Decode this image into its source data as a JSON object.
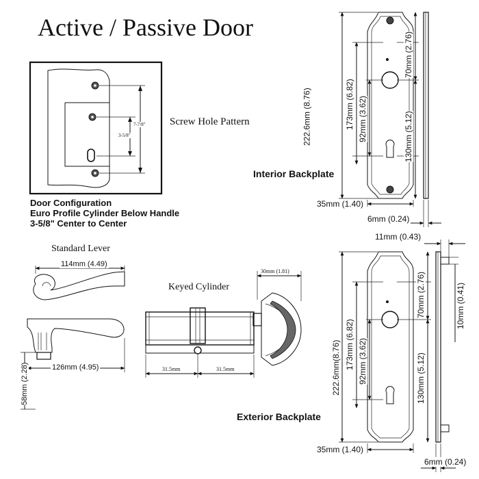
{
  "title": "Active / Passive Door",
  "screw": {
    "caption": "Screw Hole Pattern",
    "dim_outer": "7-7/8\"",
    "dim_inner": "3-5/8\""
  },
  "config": {
    "line1": "Door Configuration",
    "line2": "Euro Profile Cylinder Below Handle",
    "line3": "3-5/8\" Center to Center"
  },
  "interior": {
    "caption": "Interior Backplate",
    "h_total": "222.6mm (8.76)",
    "h_173": "173mm (6.82)",
    "h_92": "92mm (3.62)",
    "h_70": "70mm (2.76)",
    "h_130": "130mm (5.12)",
    "w_35": "35mm (1.40)",
    "w_6": "6mm (0.24)"
  },
  "exterior": {
    "caption": "Exterior Backplate",
    "w_11": "11mm (0.43)",
    "h_total": "222.6mm(8.76)",
    "h_173": "173mm (6.82)",
    "h_92": "92mm (3.62)",
    "h_70": "70mm (2.76)",
    "h_130": "130mm (5.12)",
    "h_10": "10mm (0.41)",
    "w_35": "35mm (1.40)",
    "w_6": "6mm (0.24)"
  },
  "lever": {
    "caption": "Standard Lever",
    "w_114": "114mm (4.49)",
    "w_126": "126mm (4.95)",
    "h_58": "58mm (2.28)"
  },
  "cylinder": {
    "caption": "Keyed Cylinder",
    "w_30": "30mm (1.81)",
    "left_len": "31.5mm",
    "right_len": "31.5mm"
  }
}
